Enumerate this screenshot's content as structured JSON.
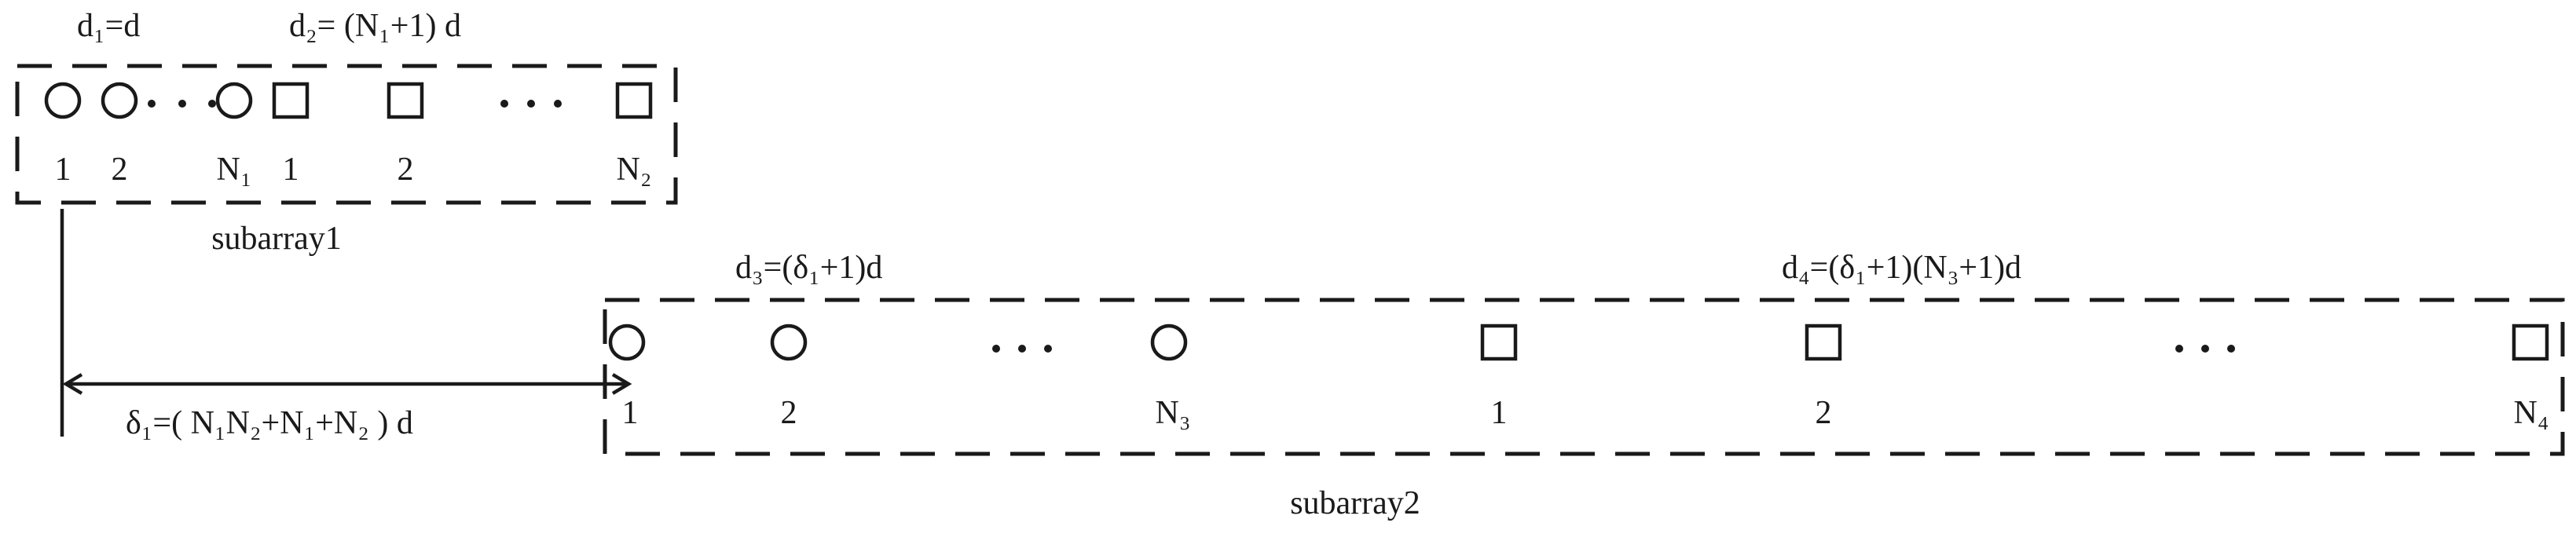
{
  "subarray1": {
    "name": "subarray1",
    "d1_label": "d₁=d",
    "d2_label": "d₂= (N₁+1) d",
    "circle_labels": [
      "1",
      "2",
      "N₁"
    ],
    "square_labels": [
      "1",
      "2",
      "N₂"
    ],
    "ellipsis": "• • •"
  },
  "subarray2": {
    "name": "subarray2",
    "d3_label": "d₃=(δ₁+1)d",
    "d4_label": "d₄=(δ₁+1)(N₃+1)d",
    "circle_labels": [
      "1",
      "2",
      "N₃"
    ],
    "square_labels": [
      "1",
      "2",
      "N₄"
    ],
    "ellipsis": "• • •"
  },
  "offset": {
    "delta_label": "δ₁=( N₁N₂+N₁+N₂ ) d"
  },
  "colors": {
    "stroke": "#1a1a1a",
    "background": "#ffffff"
  },
  "icons": {
    "sensor_circle": "circle-element-icon",
    "sensor_square": "square-element-icon"
  }
}
